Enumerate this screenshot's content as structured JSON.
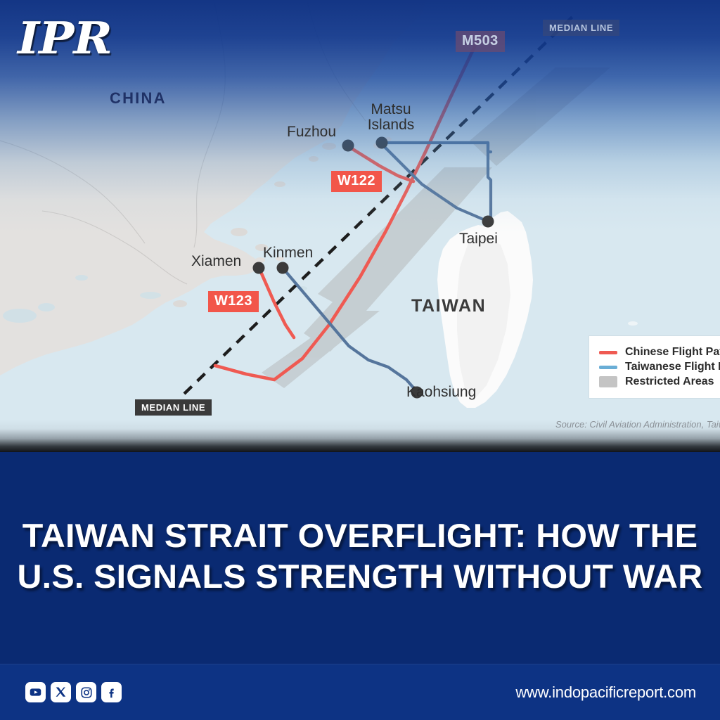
{
  "brand": {
    "logo_text": "IPR",
    "site_url": "www.indopacificreport.com"
  },
  "headline": "TAIWAN STRAIT OVERFLIGHT: HOW THE U.S. SIGNALS STRENGTH WITHOUT WAR",
  "map": {
    "countries": [
      {
        "name": "CHINA"
      },
      {
        "name": "TAIWAN"
      }
    ],
    "cities": [
      {
        "name": "Fuzhou"
      },
      {
        "name": "Matsu\nIslands"
      },
      {
        "name": "Xiamen"
      },
      {
        "name": "Kinmen"
      },
      {
        "name": "Taipei"
      },
      {
        "name": "Kaohsiung"
      }
    ],
    "city_labels": {
      "fuzhou": "Fuzhou",
      "matsu_line1": "Matsu",
      "matsu_line2": "Islands",
      "xiamen": "Xiamen",
      "kinmen": "Kinmen",
      "taipei": "Taipei",
      "kaohsiung": "Kaohsiung"
    },
    "routes": [
      {
        "code": "M503",
        "type": "chinese"
      },
      {
        "code": "W122",
        "type": "chinese"
      },
      {
        "code": "W123",
        "type": "chinese"
      }
    ],
    "route_labels": {
      "m503": "M503",
      "w122": "W122",
      "w123": "W123"
    },
    "median_line_label_top": "MEDIAN LINE",
    "median_line_label_bottom": "MEDIAN LINE",
    "legend": {
      "items": [
        {
          "label": "Chinese Flight Paths",
          "color": "#ef5a52",
          "kind": "line"
        },
        {
          "label": "Taiwanese Flight Paths",
          "color": "#6aaed6",
          "kind": "line"
        },
        {
          "label": "Restricted Areas",
          "color": "#c4c4c4",
          "kind": "area"
        }
      ]
    },
    "source": "Source: Civil Aviation Administration, Taiwan",
    "colors": {
      "chinese_path": "#ef5a52",
      "taiwanese_path": "#55759c",
      "restricted_area": "#c3cbcf",
      "median_line": "#1d1d1d",
      "land": "#e3e1df",
      "water": "#d8e8f0",
      "taiwan_land": "#fbfbfb",
      "brand_blue": "#0a2a72",
      "footer_blue": "#0d3384"
    }
  },
  "social": [
    {
      "name": "youtube"
    },
    {
      "name": "x-twitter"
    },
    {
      "name": "instagram"
    },
    {
      "name": "facebook"
    }
  ]
}
